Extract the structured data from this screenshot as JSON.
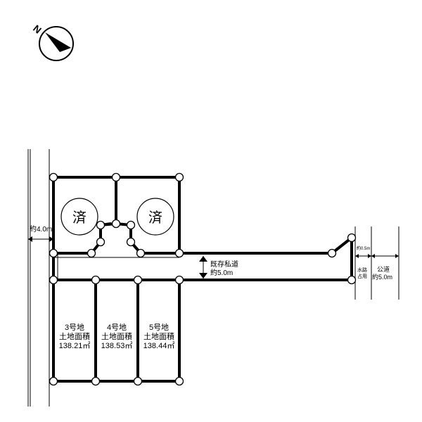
{
  "compass": {
    "north_label": "N",
    "icon": "north-arrow-icon"
  },
  "roads": {
    "left_width": "約4.0m",
    "private_road_name": "既存私道",
    "private_road_width": "約5.0m",
    "waterway_width": "約0.5m",
    "waterway_label_1": "水路",
    "waterway_label_2": "占用",
    "public_road_name": "公道",
    "public_road_width": "約5.0m"
  },
  "sold_mark": "済",
  "lots": [
    {
      "number": "3号地",
      "area_label": "土地面積",
      "area": "138.21㎡"
    },
    {
      "number": "4号地",
      "area_label": "土地面積",
      "area": "138.53㎡"
    },
    {
      "number": "5号地",
      "area_label": "土地面積",
      "area": "138.44㎡"
    }
  ]
}
